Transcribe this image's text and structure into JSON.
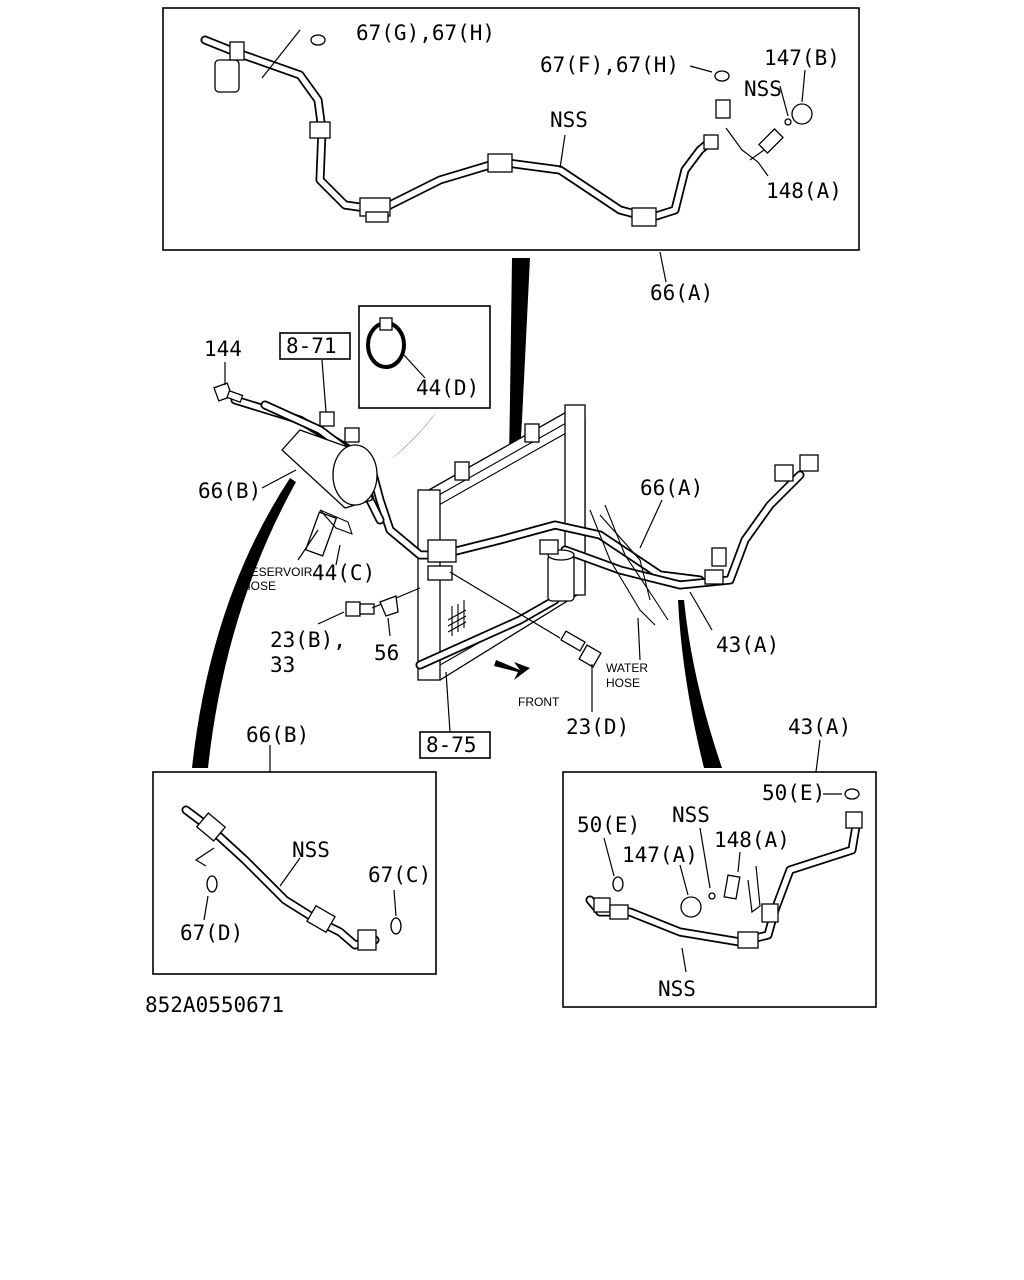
{
  "diagram_id": "852A0550671",
  "top_panel": {
    "labels": {
      "o_ring_gh": "67(G),67(H)",
      "o_ring_fh": "67(F),67(H)",
      "cap": "147(B)",
      "nss_valve": "NSS",
      "nss_hose": "NSS",
      "valve_core": "148(A)",
      "ref": "66(A)"
    }
  },
  "main_assembly": {
    "labels": {
      "bolt": "144",
      "ref_box_1": "8-71",
      "clamp_inset": "44(D)",
      "hose_66b": "66(B)",
      "reservoir_hose": "RESERVOIR HOSE",
      "clamp_c": "44(C)",
      "bolt_23b": "23(B),",
      "bolt_33": "33",
      "bracket_56": "56",
      "ref_box_2": "8-75",
      "front": "FRONT",
      "bolt_23d": "23(D)",
      "water_hose": "WATER HOSE",
      "hose_66a": "66(A)",
      "hose_43a": "43(A)"
    }
  },
  "bottom_left_panel": {
    "ref": "66(B)",
    "labels": {
      "nss": "NSS",
      "o_ring_c": "67(C)",
      "o_ring_d": "67(D)"
    }
  },
  "bottom_right_panel": {
    "ref": "43(A)",
    "labels": {
      "o_ring_e_top": "50(E)",
      "o_ring_e_left": "50(E)",
      "nss_valve": "NSS",
      "valve_core": "148(A)",
      "cap": "147(A)",
      "nss_hose": "NSS"
    }
  }
}
